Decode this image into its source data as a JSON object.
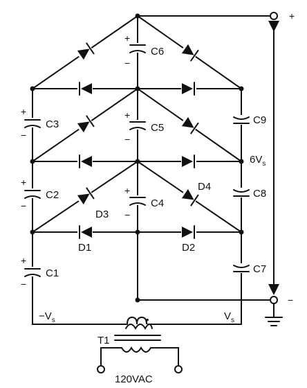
{
  "capacitors": {
    "c1": "C1",
    "c2": "C2",
    "c3": "C3",
    "c4": "C4",
    "c5": "C5",
    "c6": "C6",
    "c7": "C7",
    "c8": "C8",
    "c9": "C9"
  },
  "diodes": {
    "d1": "D1",
    "d2": "D2",
    "d3": "D3",
    "d4": "D4"
  },
  "polarity": {
    "plus": "+",
    "minus": "−"
  },
  "labels": {
    "neg_vs_prefix": "−V",
    "vs_main": "V",
    "vs_sub": "s",
    "six_vs_main": "6V",
    "six_vs_sub": "s",
    "transformer": "T1",
    "input": "120VAC"
  }
}
